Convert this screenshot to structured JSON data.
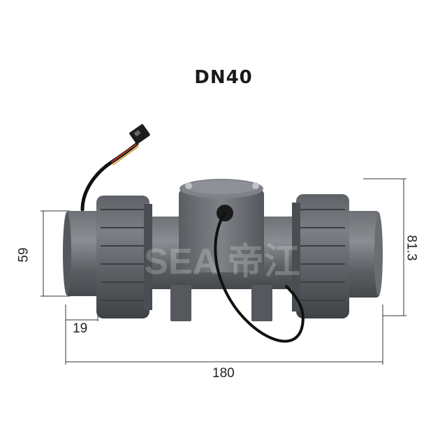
{
  "title": "DN40",
  "watermark": "SEA 帝江",
  "dimensions": {
    "height_left": "59",
    "socket_depth": "19",
    "overall_length": "180",
    "height_right": "81.3"
  },
  "colors": {
    "pvc_gray": "#5f6266",
    "pvc_dark": "#45484c",
    "pvc_light": "#7a7e83",
    "cable": "#111111",
    "dim_line": "#333333"
  }
}
